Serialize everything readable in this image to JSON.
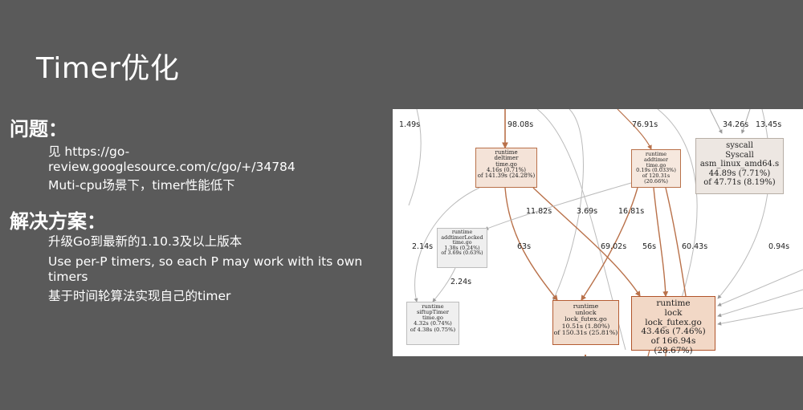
{
  "slide": {
    "title": "Timer优化",
    "problem": {
      "heading": "问题：",
      "items": [
        "见 https://go-\nreview.googlesource.com/c/go/+/34784",
        "Muti-cpu场景下，timer性能低下"
      ]
    },
    "solution": {
      "heading": "解决方案：",
      "items": [
        "升级Go到最新的1.10.3及以上版本",
        "Use per-P timers, so each P may work with its own timers",
        "基于时间轮算法实现自己的timer"
      ]
    }
  },
  "graph": {
    "nodes": {
      "deltimer": {
        "lines": [
          "runtime",
          "deltimer",
          "time.go",
          "4.16s (0.71%)",
          "of 141.39s (24.28%)"
        ],
        "fill": "#f4e3d8",
        "border": "#b9714a"
      },
      "addtimer": {
        "lines": [
          "runtime",
          "addtimer",
          "time.go",
          "0.19s (0.033%)",
          "of 120.31s (20.66%)"
        ],
        "fill": "#f6e8de",
        "border": "#b9714a"
      },
      "syscall": {
        "lines": [
          "syscall",
          "Syscall",
          "asm_linux_amd64.s",
          "44.89s (7.71%)",
          "of 47.71s (8.19%)"
        ],
        "fill": "#ede7e2",
        "border": "#b7aea6"
      },
      "addtimerLocked": {
        "lines": [
          "runtime",
          "addtimerLocked",
          "time.go",
          "1.38s (0.24%)",
          "of 3.69s (0.63%)"
        ],
        "fill": "#efefef",
        "border": "#bdbdbd"
      },
      "siftupTimer": {
        "lines": [
          "runtime",
          "siftupTimer",
          "time.go",
          "4.32s (0.74%)",
          "of 4.38s (0.75%)"
        ],
        "fill": "#efefef",
        "border": "#bdbdbd"
      },
      "unlock": {
        "lines": [
          "runtime",
          "unlock",
          "lock_futex.go",
          "10.51s (1.80%)",
          "of 150.31s (25.81%)"
        ],
        "fill": "#f1dccd",
        "border": "#b55d33"
      },
      "lock": {
        "lines": [
          "runtime",
          "lock",
          "lock_futex.go",
          "43.46s (7.46%)",
          "of 166.94s (28.67%)"
        ],
        "fill": "#f2d8c6",
        "border": "#b0542a"
      }
    },
    "edge_labels": [
      "1.49s",
      "98.08s",
      "76.91s",
      "34.26s",
      "13.45s",
      "11.82s",
      "3.69s",
      "16.81s",
      "2.14s",
      "63s",
      "69.02s",
      "56s",
      "60.43s",
      "0.94s",
      "2.24s"
    ]
  }
}
